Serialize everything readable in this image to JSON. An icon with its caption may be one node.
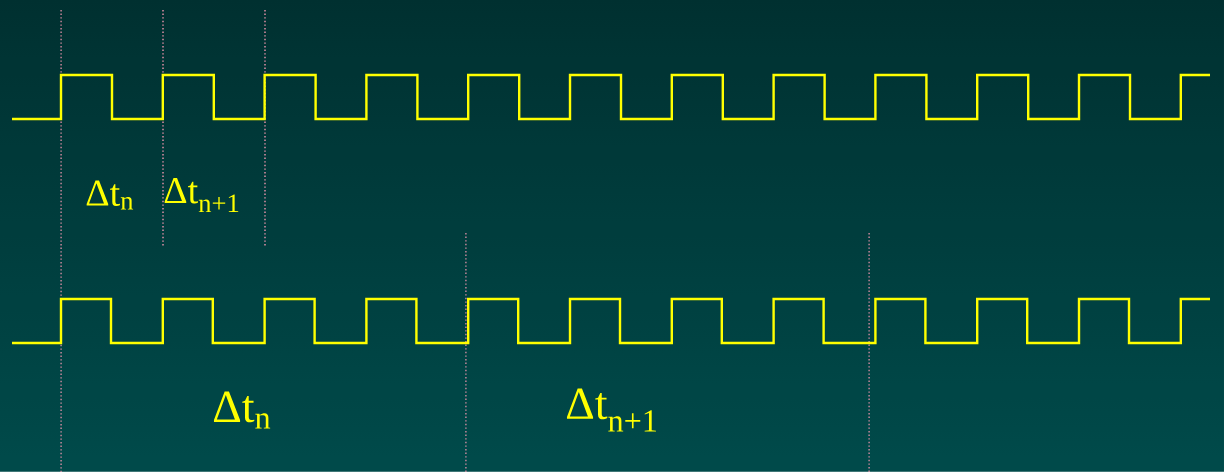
{
  "diagram": {
    "labels": [
      "Δt$_{n}$",
      "Δt$_{n+1}$",
      "Δt$_{n}$",
      "Δt$_{n+1}$"
    ]
  }
}
